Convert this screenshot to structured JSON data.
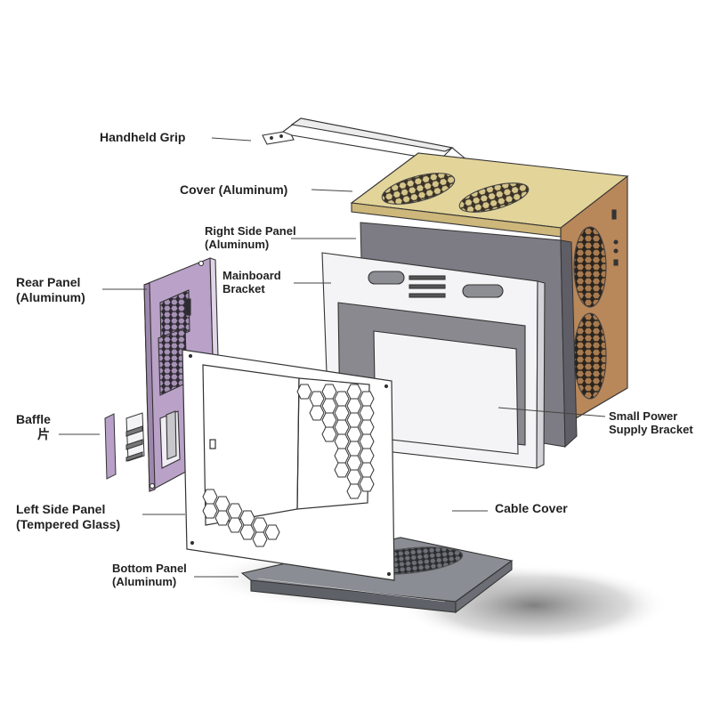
{
  "labels": {
    "handheld_grip": "Handheld Grip",
    "cover": "Cover (Aluminum)",
    "right_side_panel_1": "Right Side Panel",
    "right_side_panel_2": "(Aluminum)",
    "mainboard_bracket_1": "Mainboard",
    "mainboard_bracket_2": "Bracket",
    "rear_panel_1": "Rear Panel",
    "rear_panel_2": "(Aluminum)",
    "baffle_1": "Baffle",
    "baffle_2": "片",
    "small_power_1": "Small Power",
    "small_power_2": "Supply Bracket",
    "left_side_panel_1": "Left Side Panel",
    "left_side_panel_2": "(Tempered Glass)",
    "cable_cover": "Cable Cover",
    "bottom_panel_1": "Bottom Panel",
    "bottom_panel_2": "(Aluminum)"
  },
  "colors": {
    "cover": "#e3d49a",
    "cover_side": "#b8875a",
    "rear_panel": "#b9a1c8",
    "right_panel": "#7d7c84",
    "bracket": "#f2f2f4",
    "psu_bracket": "#d9b070",
    "baffle": "#b8a0c8",
    "bottom": "#8a8d93",
    "outline": "#333333",
    "leader": "#444444"
  }
}
